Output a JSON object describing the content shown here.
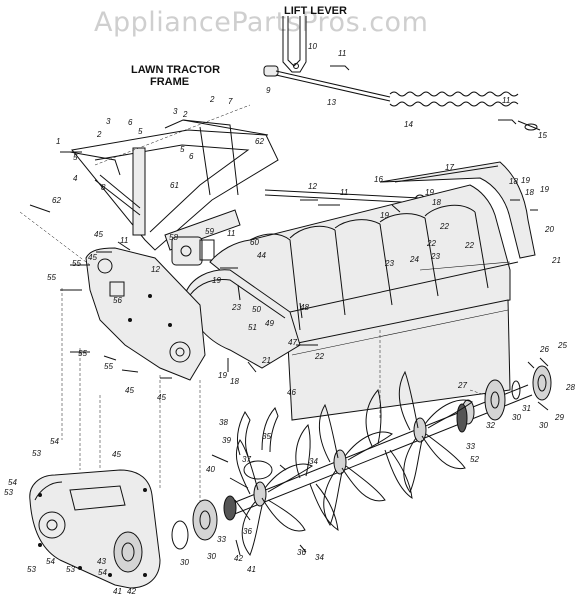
{
  "watermark": "AppliancePartsPros.com",
  "titles": {
    "frame_line1": "LAWN TRACTOR",
    "frame_line2": "FRAME",
    "lift_lever": "LIFT LEVER"
  },
  "callouts": [
    "1",
    "2",
    "3",
    "4",
    "5",
    "6",
    "7",
    "8",
    "9",
    "10",
    "11",
    "12",
    "13",
    "14",
    "15",
    "16",
    "17",
    "18",
    "19",
    "20",
    "21",
    "22",
    "23",
    "24",
    "25",
    "26",
    "27",
    "28",
    "29",
    "30",
    "31",
    "32",
    "33",
    "34",
    "35",
    "36",
    "37",
    "38",
    "39",
    "40",
    "41",
    "42",
    "43",
    "44",
    "45",
    "46",
    "47",
    "48",
    "49",
    "50",
    "51",
    "52",
    "53",
    "54",
    "55",
    "56",
    "58",
    "59",
    "60",
    "61",
    "62"
  ]
}
